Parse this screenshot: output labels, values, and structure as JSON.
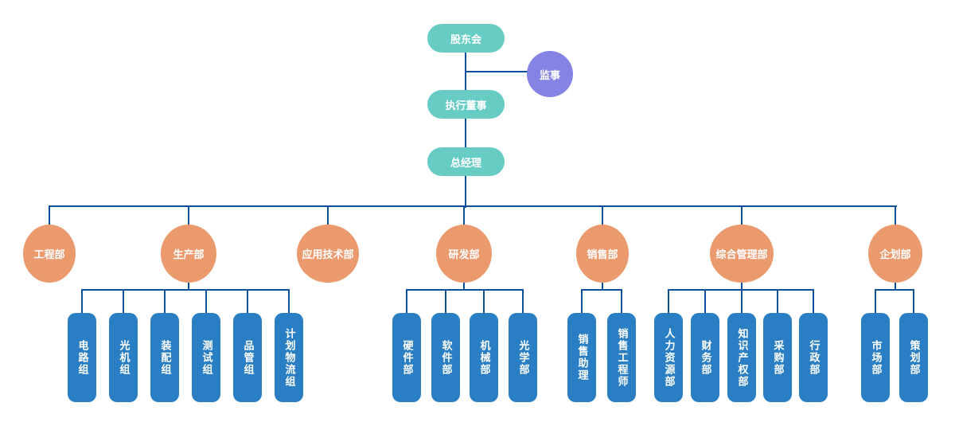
{
  "chart": {
    "type": "org-chart",
    "top_nodes": [
      {
        "id": "shareholders",
        "label": "股东会"
      },
      {
        "id": "supervisor",
        "label": "监事"
      },
      {
        "id": "executive-director",
        "label": "执行董事"
      },
      {
        "id": "general-manager",
        "label": "总经理"
      }
    ],
    "departments": [
      {
        "id": "engineering",
        "label": "工程部",
        "children": []
      },
      {
        "id": "production",
        "label": "生产部",
        "children": [
          "电路组",
          "光机组",
          "装配组",
          "测试组",
          "品管组",
          "计划物流组"
        ]
      },
      {
        "id": "applied-technology",
        "label": "应用技术部",
        "children": []
      },
      {
        "id": "rnd",
        "label": "研发部",
        "children": [
          "硬件部",
          "软件部",
          "机械部",
          "光学部"
        ]
      },
      {
        "id": "sales",
        "label": "销售部",
        "children": [
          "销售助理",
          "销售工程师"
        ]
      },
      {
        "id": "general-management",
        "label": "综合管理部",
        "children": [
          "人力资源部",
          "财务部",
          "知识产权部",
          "采购部",
          "行政部"
        ]
      },
      {
        "id": "planning",
        "label": "企划部",
        "children": [
          "市场部",
          "策划部"
        ]
      }
    ],
    "colors": {
      "executive": "#67ccc4",
      "supervisor": "#8583e3",
      "department": "#eb9a6e",
      "team": "#2a7fc4",
      "line": "#0d4f9d"
    }
  }
}
